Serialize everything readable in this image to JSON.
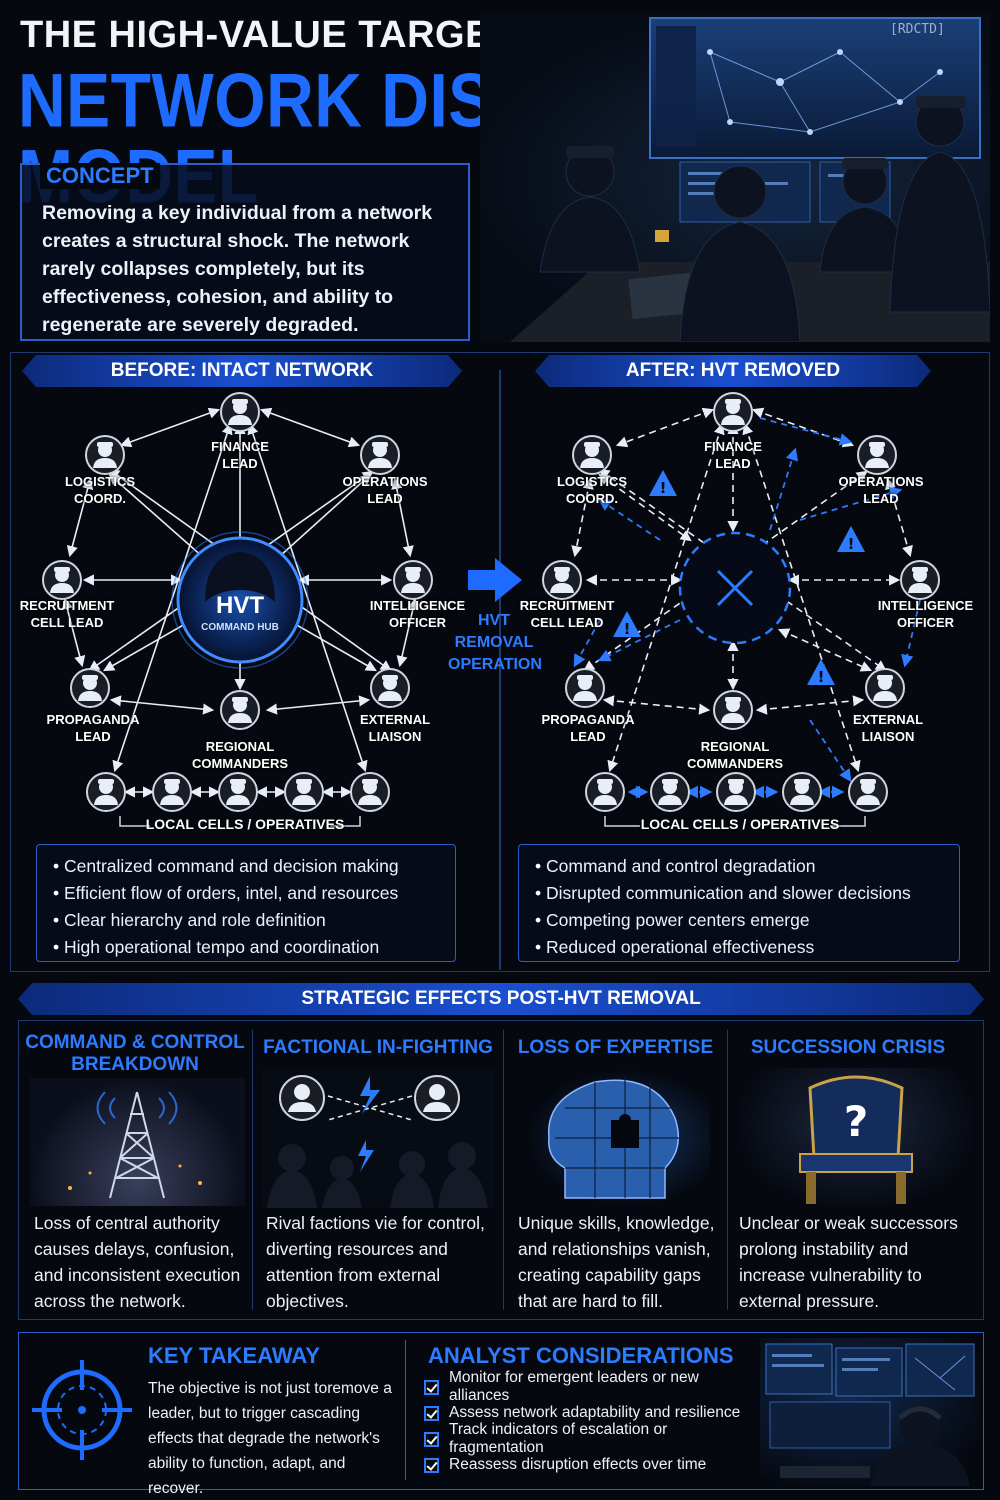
{
  "header": {
    "title_line1": "THE HIGH-VALUE TARGET (HVT)",
    "title_line2": "NETWORK DISRUPTION MODEL",
    "stamp": "[RDCTD]"
  },
  "concept": {
    "title": "CONCEPT",
    "text": "Removing a key individual from a network creates a structural shock. The network rarely collapses completely, but its effectiveness, cohesion, and ability to regenerate are severely degraded."
  },
  "before": {
    "title": "BEFORE: INTACT NETWORK",
    "hub_title": "HVT",
    "hub_subtitle": "COMMAND HUB",
    "bullets": [
      "Centralized command and decision making",
      "Efficient flow of orders, intel, and resources",
      "Clear hierarchy and role definition",
      "High operational tempo and coordination"
    ]
  },
  "after": {
    "title": "AFTER: HVT REMOVED",
    "bullets": [
      "Command and control degradation",
      "Disrupted communication and slower decisions",
      "Competing power centers emerge",
      "Reduced operational effectiveness"
    ]
  },
  "nodes": {
    "finance": [
      "FINANCE",
      "LEAD"
    ],
    "logistics": [
      "LOGISTICS",
      "COORD."
    ],
    "operations": [
      "OPERATIONS",
      "LEAD"
    ],
    "recruitment": [
      "RECRUITMENT",
      "CELL LEAD"
    ],
    "intelligence": [
      "INTELLIGENCE",
      "OFFICER"
    ],
    "propaganda": [
      "PROPAGANDA",
      "LEAD"
    ],
    "external": [
      "EXTERNAL",
      "LIAISON"
    ],
    "regional": [
      "REGIONAL",
      "COMMANDERS"
    ],
    "local_cells": "LOCAL CELLS / OPERATIVES"
  },
  "transition": {
    "line1": "HVT",
    "line2": "REMOVAL",
    "line3": "OPERATION"
  },
  "effects": {
    "title": "STRATEGIC EFFECTS POST-HVT REMOVAL",
    "items": [
      {
        "title_line1": "COMMAND & CONTROL",
        "title_line2": "BREAKDOWN",
        "text": "Loss of central authority causes delays, confusion, and inconsistent execution across the network."
      },
      {
        "title_line1": "FACTIONAL IN-FIGHTING",
        "title_line2": "",
        "text": "Rival factions vie for control, diverting resources and attention from external objectives."
      },
      {
        "title_line1": "LOSS OF EXPERTISE",
        "title_line2": "",
        "text": "Unique skills, knowledge, and relationships vanish, creating capability gaps that are hard to fill."
      },
      {
        "title_line1": "SUCCESSION CRISIS",
        "title_line2": "",
        "text": "Unclear or weak successors prolong instability and increase vulnerability to external pressure."
      }
    ]
  },
  "takeaway": {
    "title": "KEY TAKEAWAY",
    "text": "The objective is not just toremove a leader, but to trigger cascading effects that degrade the network's ability to function, adapt, and recover."
  },
  "analyst": {
    "title": "ANALYST CONSIDERATIONS",
    "items": [
      "Monitor for emergent leaders or new alliances",
      "Assess network adaptability and resilience",
      "Track indicators of escalation or fragmentation",
      "Reassess disruption effects over time"
    ]
  },
  "colors": {
    "accent": "#1e6bff",
    "band": "#1a4fd0",
    "warning": "#2d7bff",
    "background": "#05080f"
  }
}
